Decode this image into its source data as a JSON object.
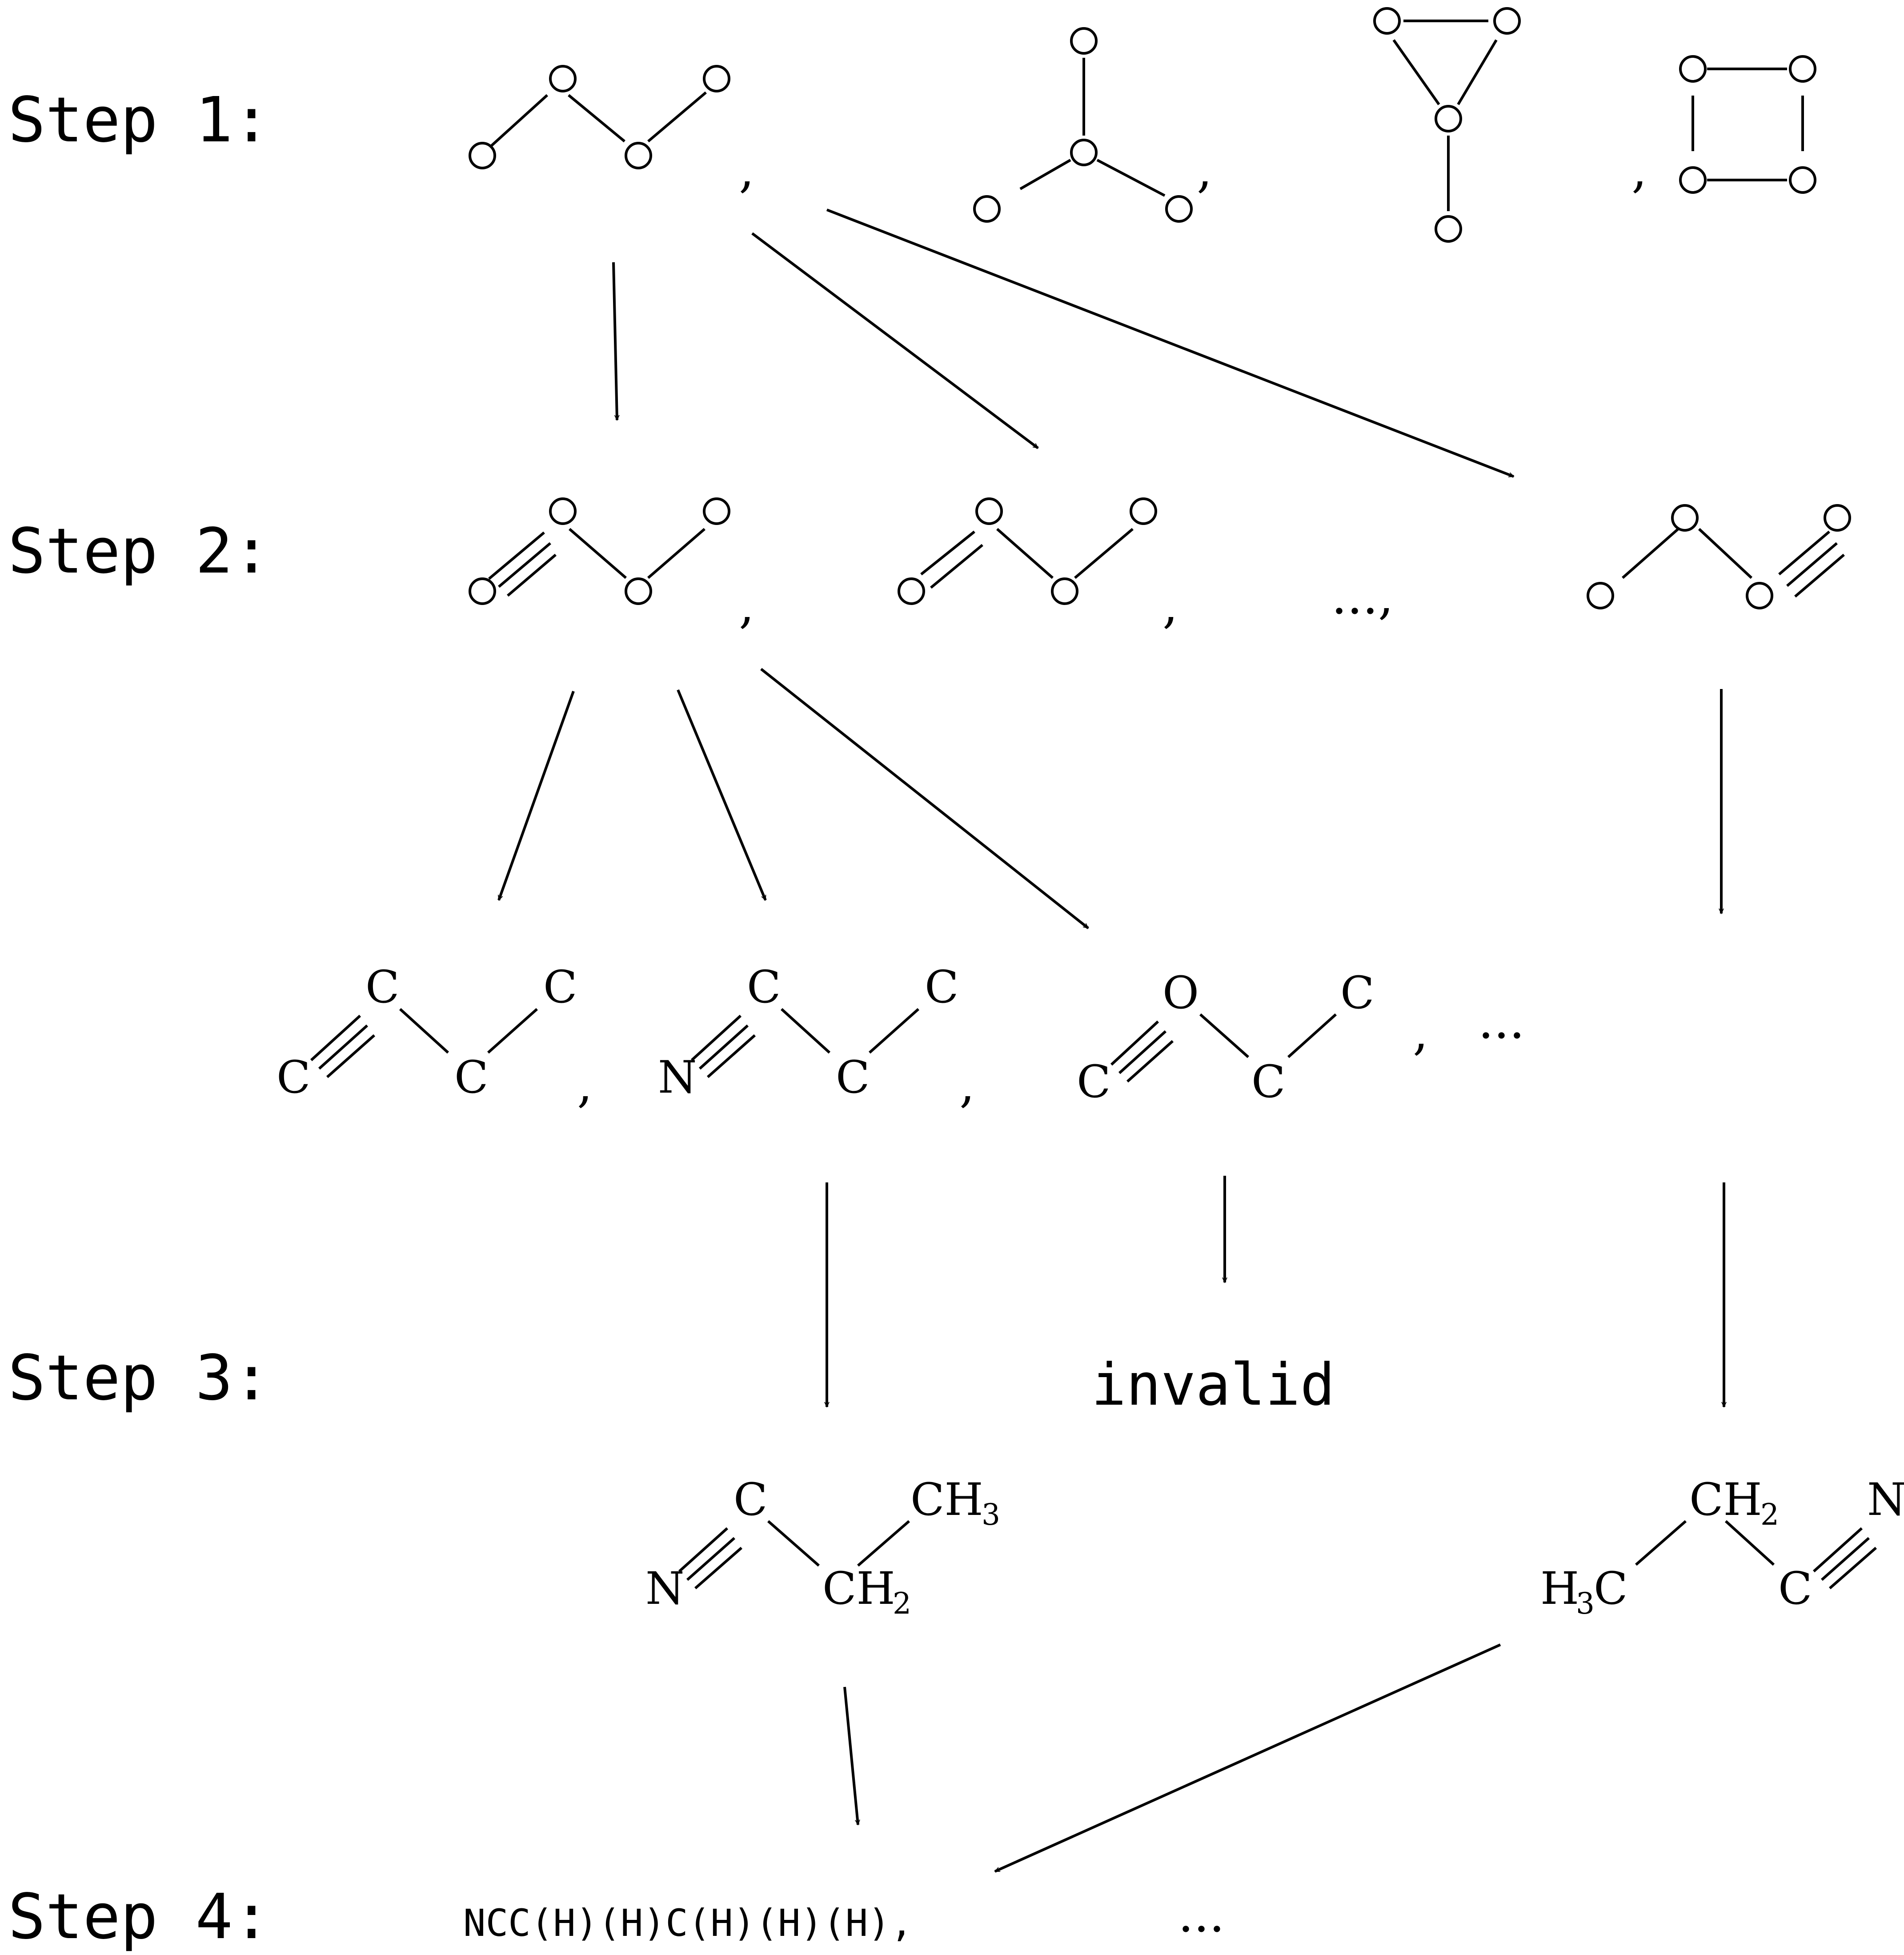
{
  "steps": {
    "step1": "Step 1:",
    "step2": "Step 2:",
    "step3": "Step 3:",
    "step4": "Step 4:"
  },
  "atoms": {
    "C": "C",
    "N": "N",
    "O": "O",
    "CH": "CH",
    "H": "H",
    "sub2": "2",
    "sub3": "3"
  },
  "punctuation": {
    "comma": ",",
    "ellipsis": "...",
    "ellipsis_comma": "...,"
  },
  "labels": {
    "invalid": "invalid",
    "smiles": "NCC(H)(H)C(H)(H)(H),"
  }
}
